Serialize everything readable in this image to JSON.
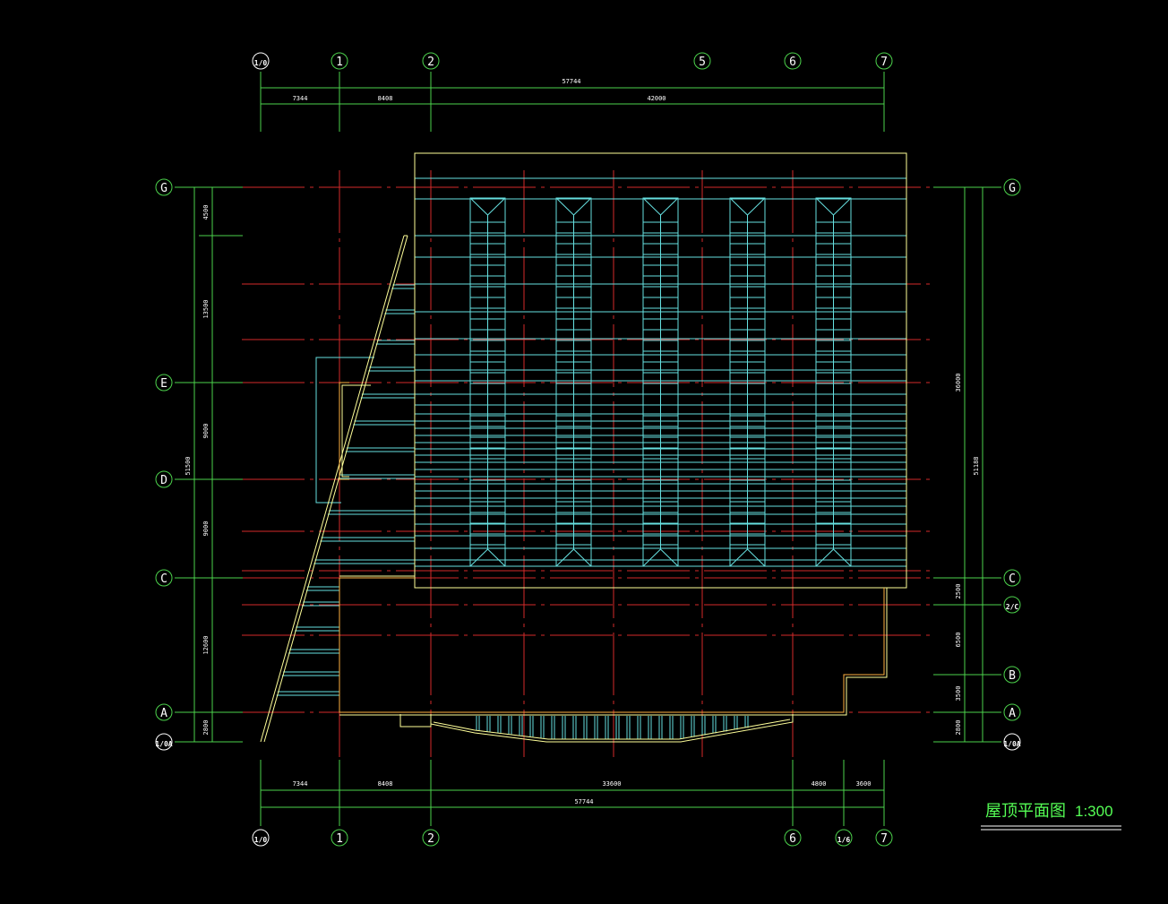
{
  "drawing": {
    "title": "屋顶平面图",
    "scale": "1:300",
    "colors": {
      "background": "#000000",
      "dimension": "#4cd24c",
      "axis_line": "#d42a2a",
      "roof_outline": "#ffff99",
      "structure": "#66e0e0",
      "wall": "#ffb040",
      "text": "#ffffff",
      "title": "#55ff55"
    }
  },
  "top_axes": {
    "labels": [
      "1/0",
      "1",
      "2",
      "5",
      "6",
      "7"
    ],
    "dimensions_row1": [
      "7344",
      "8408",
      "42000"
    ],
    "dimensions_total": "57744"
  },
  "bottom_axes": {
    "labels": [
      "1/0",
      "1",
      "2",
      "6",
      "1/6",
      "7"
    ],
    "dimensions_row1": [
      "7344",
      "8408",
      "33600",
      "4800",
      "3600"
    ],
    "dimensions_total": "57744"
  },
  "left_axes": {
    "labels": [
      "G",
      "E",
      "D",
      "C",
      "A",
      "1/0A"
    ],
    "dimensions_row1": [
      "4500",
      "13500",
      "9000",
      "9000",
      "12600",
      "2800"
    ],
    "dimensions_total": "51500"
  },
  "right_axes": {
    "labels": [
      "G",
      "C",
      "2/C",
      "B",
      "A",
      "1/0A"
    ],
    "dimensions_row1": [
      "36000",
      "2500",
      "6500",
      "3500",
      "2800"
    ],
    "dimensions_total": "51188"
  },
  "skylights": {
    "count": 5
  }
}
